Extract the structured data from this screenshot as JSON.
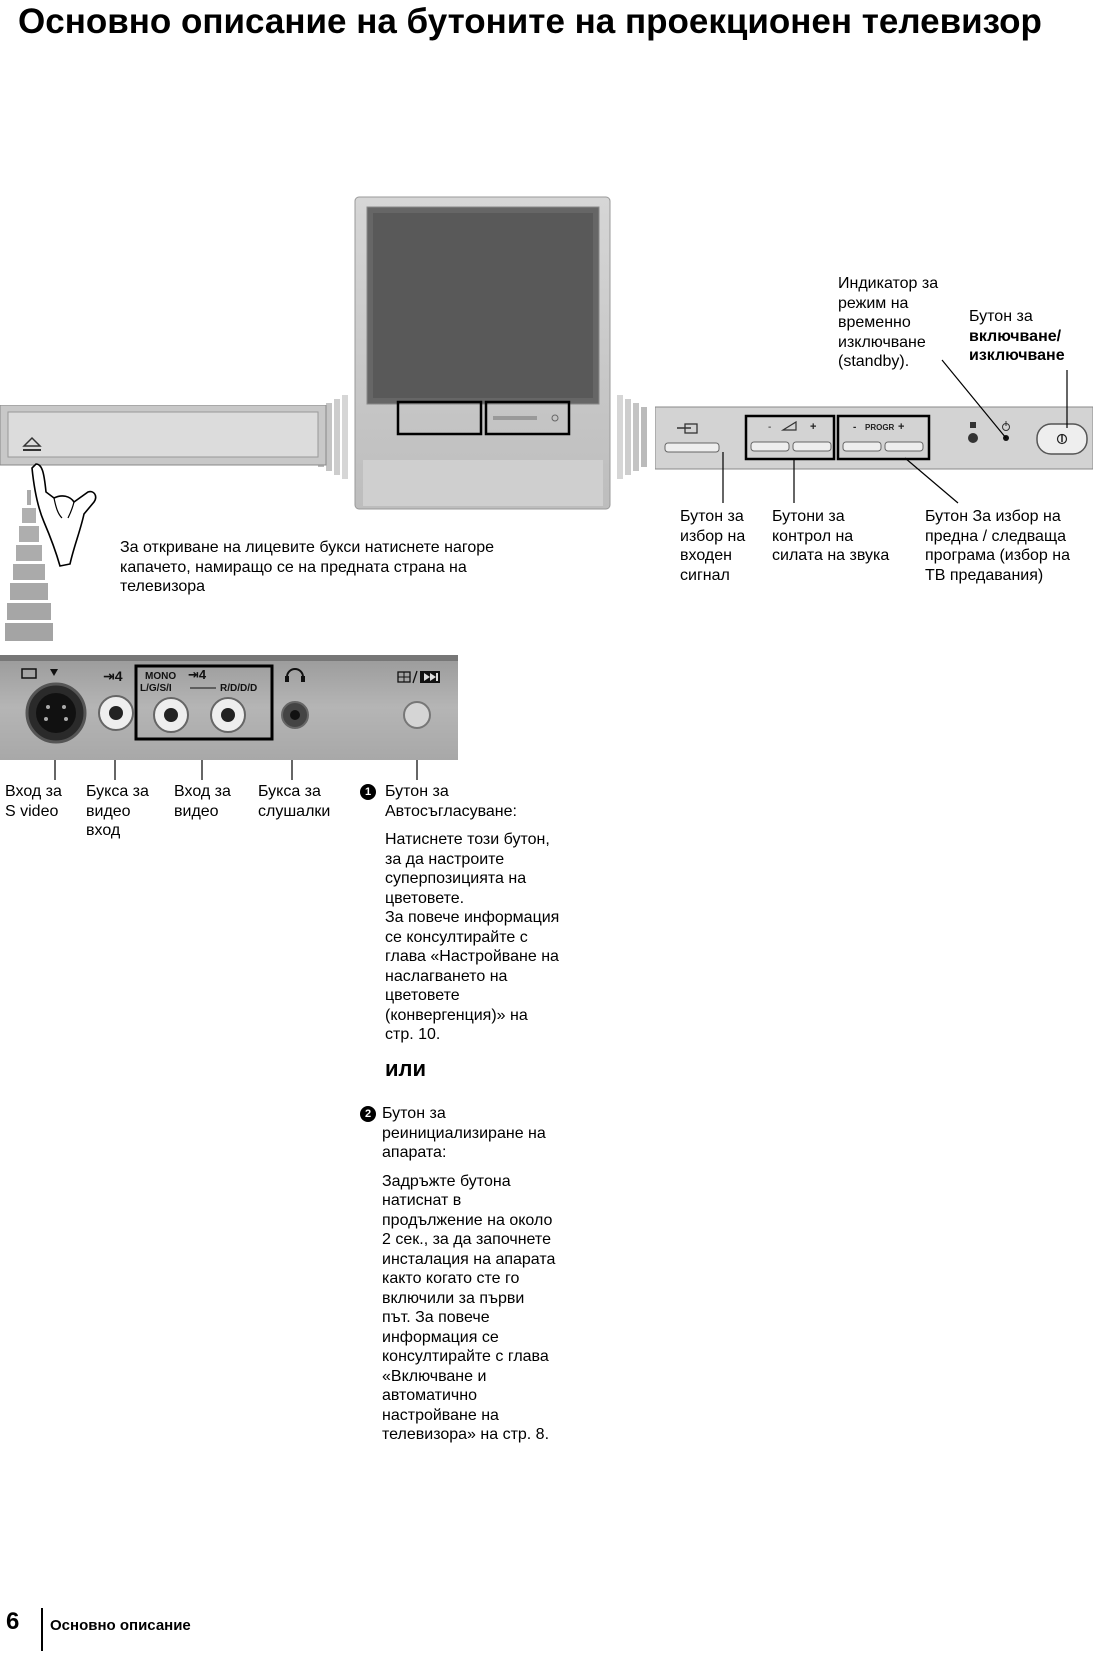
{
  "page": {
    "title": "Основно описание на бутоните на проекционен телевизор"
  },
  "tv_front": {
    "cover_instruction": "За откриване на лицевите букси натиснете нагоре капачето, намиращо се на предната страна на телевизора"
  },
  "top_panel": {
    "panel_markings": {
      "volume_minus": "-",
      "volume_plus": "+",
      "progr": "PROGR",
      "progr_minus": "-",
      "progr_plus": "+"
    },
    "standby_indicator_label": "Индикатор за\nрежим на\nвременно\nизключване\n(standby).",
    "power_button_label_line1": "Бутон за",
    "power_button_label_bold": "включване/\nизключване",
    "input_select_label": "Бутон за\nизбор на\nвходен\nсигнал",
    "volume_buttons_label": "Бутони за\nконтрол на\nсилата на звука",
    "program_buttons_label": "Бутон  За избор на\nпредна / следваща\nпрограма (избор на\nТВ предавания)"
  },
  "jack_panel": {
    "panel_markings": {
      "mono": "MONO",
      "lgsi": "L/G/S/I",
      "rddd": "R/D/D/D",
      "input4_a": "⇥4",
      "input4_b": "⇥4"
    },
    "s_video_label": "Вход за\nS video",
    "video_jack_label": "Букса за\nвидео\nвход",
    "audio_input_label": "Вход за\nвидео",
    "headphones_label": "Букса за\nслушалки"
  },
  "descriptions": {
    "item1_number": "1",
    "item1_heading": "Бутон за\nАвтосъгласуване:",
    "item1_body": "Натиснете този бутон,\nза да настроите\nсуперпозицията на\nцветовете.\nЗа повече информация\nсе консултирайте с\nглава «Настройване на\nнаслагването на\nцветовете\n(конвергенция)» на\nстр. 10.",
    "or": "или",
    "item2_number": "2",
    "item2_heading": "Бутон за\nреинициализиране на\nапарата:",
    "item2_body": "Задръжте бутона\nнатиснат в\nпродължение на около\n2 сек., за да започнете\nинсталация на апарата\nкакто когато сте го\nвключили за първи\nпът. За повече\nинформация се\nконсултирайте с глава\n«Включване и\nавтоматично\nнастройване на\nтелевизора» на стр. 8."
  },
  "footer": {
    "page_number": "6",
    "section": "Основно описание"
  }
}
